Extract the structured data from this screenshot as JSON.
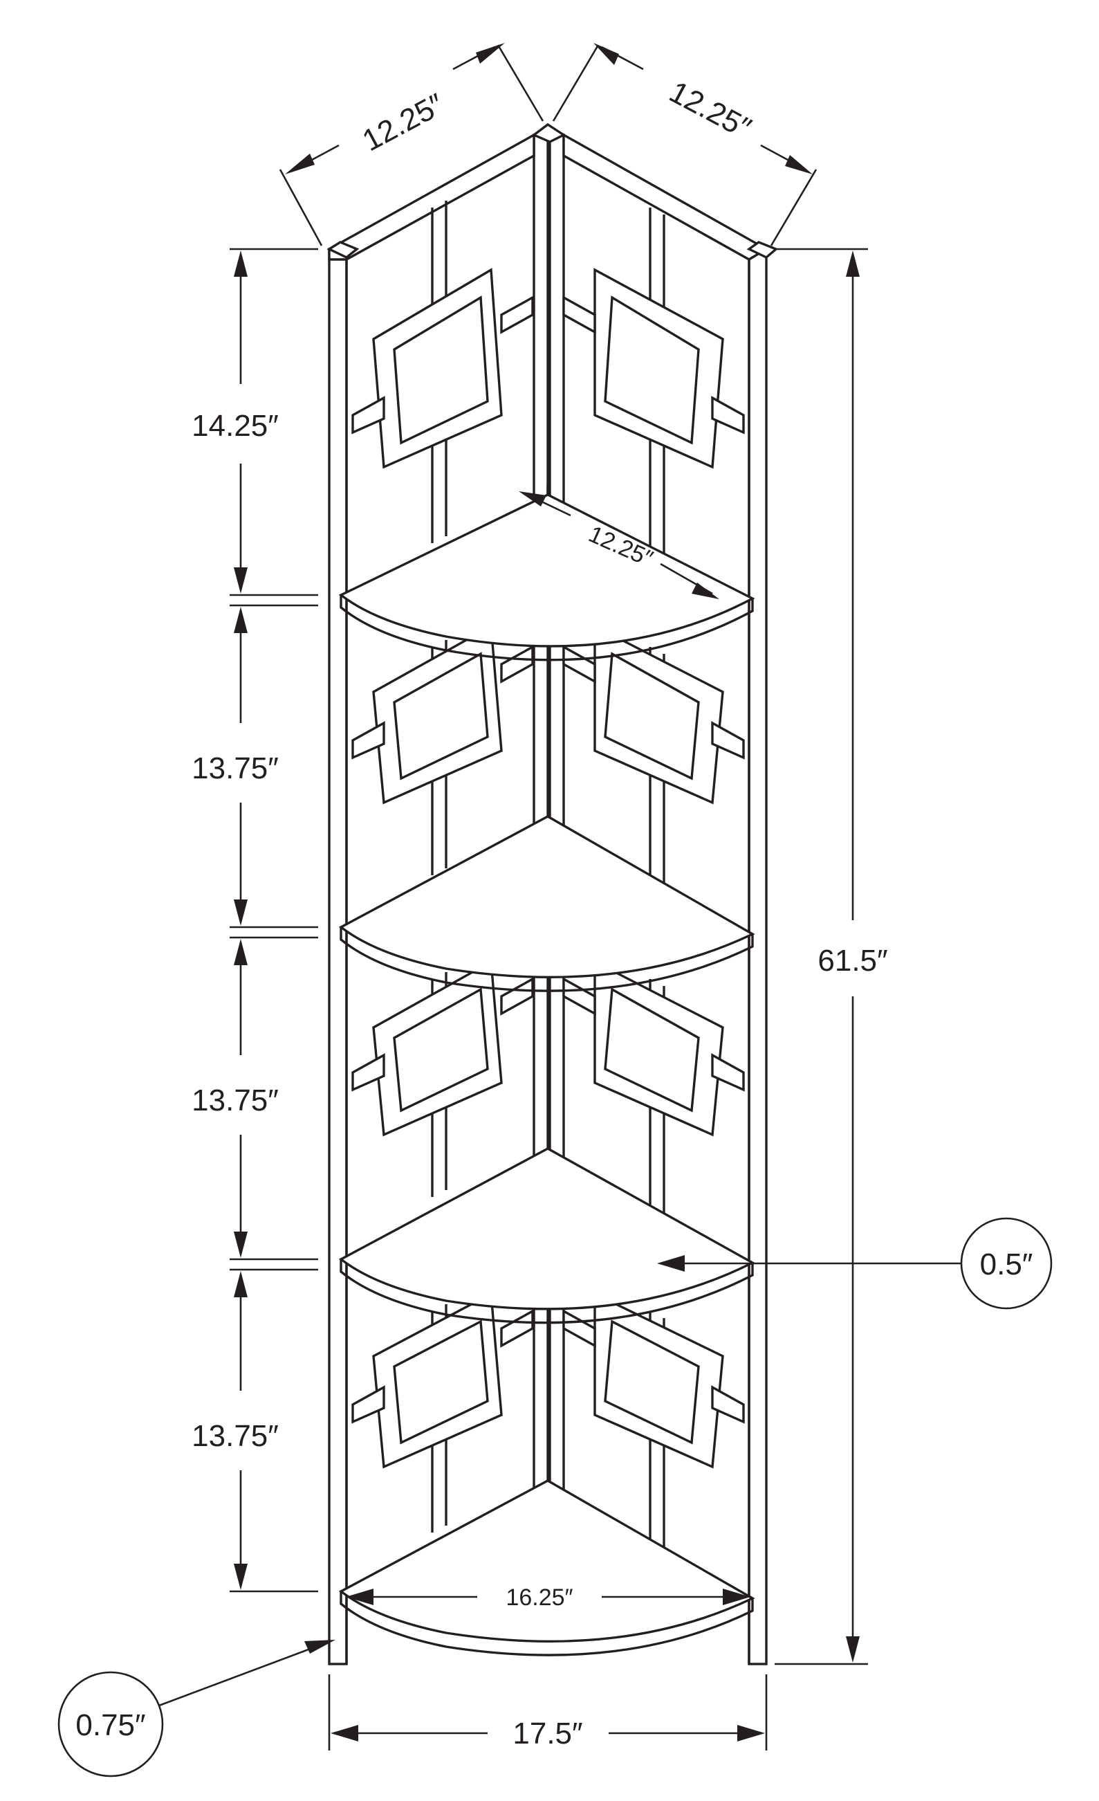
{
  "dimensions": {
    "top_left_depth": "12.25″",
    "top_right_depth": "12.25″",
    "shelf_depth": "12.25″",
    "shelf_gap_1": "14.25″",
    "shelf_gap_2": "13.75″",
    "shelf_gap_3": "13.75″",
    "shelf_gap_4": "13.75″",
    "total_height": "61.5″",
    "shelf_thickness": "0.5″",
    "bottom_shelf_width": "16.25″",
    "leg_width": "0.75″",
    "total_width": "17.5″"
  },
  "colors": {
    "line": "#231f20",
    "background": "#ffffff"
  }
}
